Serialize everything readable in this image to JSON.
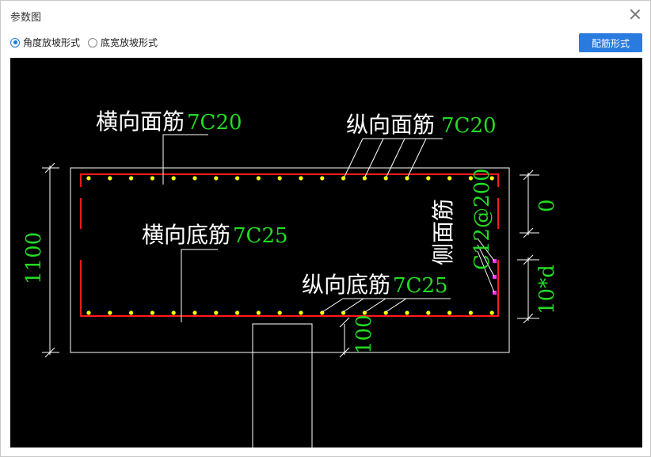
{
  "window": {
    "title": "参数图"
  },
  "options": [
    {
      "label": "角度放坡形式",
      "selected": true
    },
    {
      "label": "底宽放坡形式",
      "selected": false
    }
  ],
  "toolbar": {
    "rebar_form_label": "配筋形式"
  },
  "drawing": {
    "top_transverse": {
      "name": "横向面筋",
      "spec": "7C20"
    },
    "top_longitudinal": {
      "name": "纵向面筋",
      "spec": "7C20"
    },
    "bottom_transverse": {
      "name": "横向底筋",
      "spec": "7C25"
    },
    "bottom_longitudinal": {
      "name": "纵向底筋",
      "spec": "7C25"
    },
    "side_bar": {
      "name": "侧面筋",
      "spec": "C12@200"
    },
    "dims": {
      "height": "1100",
      "top_offset": "0",
      "anchor": "10*d",
      "cover": "100"
    },
    "colors": {
      "outline": "#ffffff",
      "rebar": "#ff1a1a",
      "dot": "#ffff00",
      "side_dot": "#ff33ff",
      "spec_text": "#22dd22"
    }
  }
}
